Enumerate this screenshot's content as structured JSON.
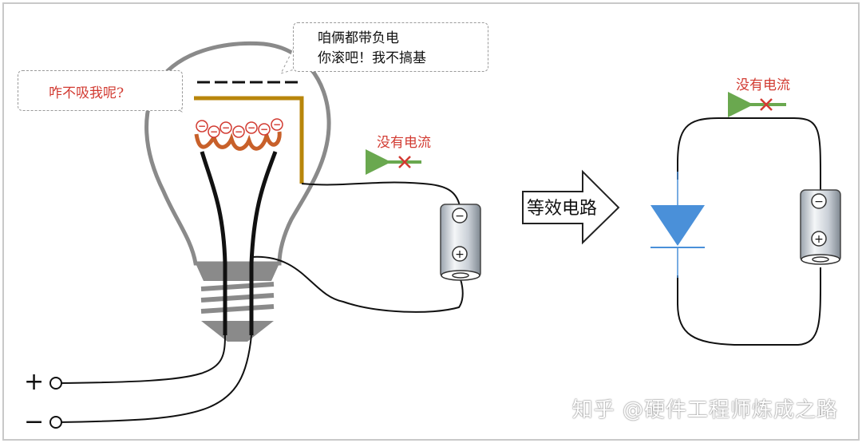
{
  "speech_question": "咋不吸我呢?",
  "speech_reply_line1": "咱俩都带负电",
  "speech_reply_line2": "你滚吧！我不搞基",
  "no_current_label": "没有电流",
  "equivalent_label": "等效电路",
  "plus_sign": "+",
  "minus_sign": "−",
  "battery_plus": "+",
  "battery_minus": "−",
  "electron_symbol": "−",
  "watermark": "知乎 @硬件工程师炼成之路",
  "colors": {
    "accent_red": "#d23b32",
    "arrow_green": "#6aa84f",
    "plate_gold": "#b8860b",
    "filament_orange": "#c8602a",
    "diode_blue": "#4a90d9",
    "bulb_gray": "#8a8a8a"
  }
}
